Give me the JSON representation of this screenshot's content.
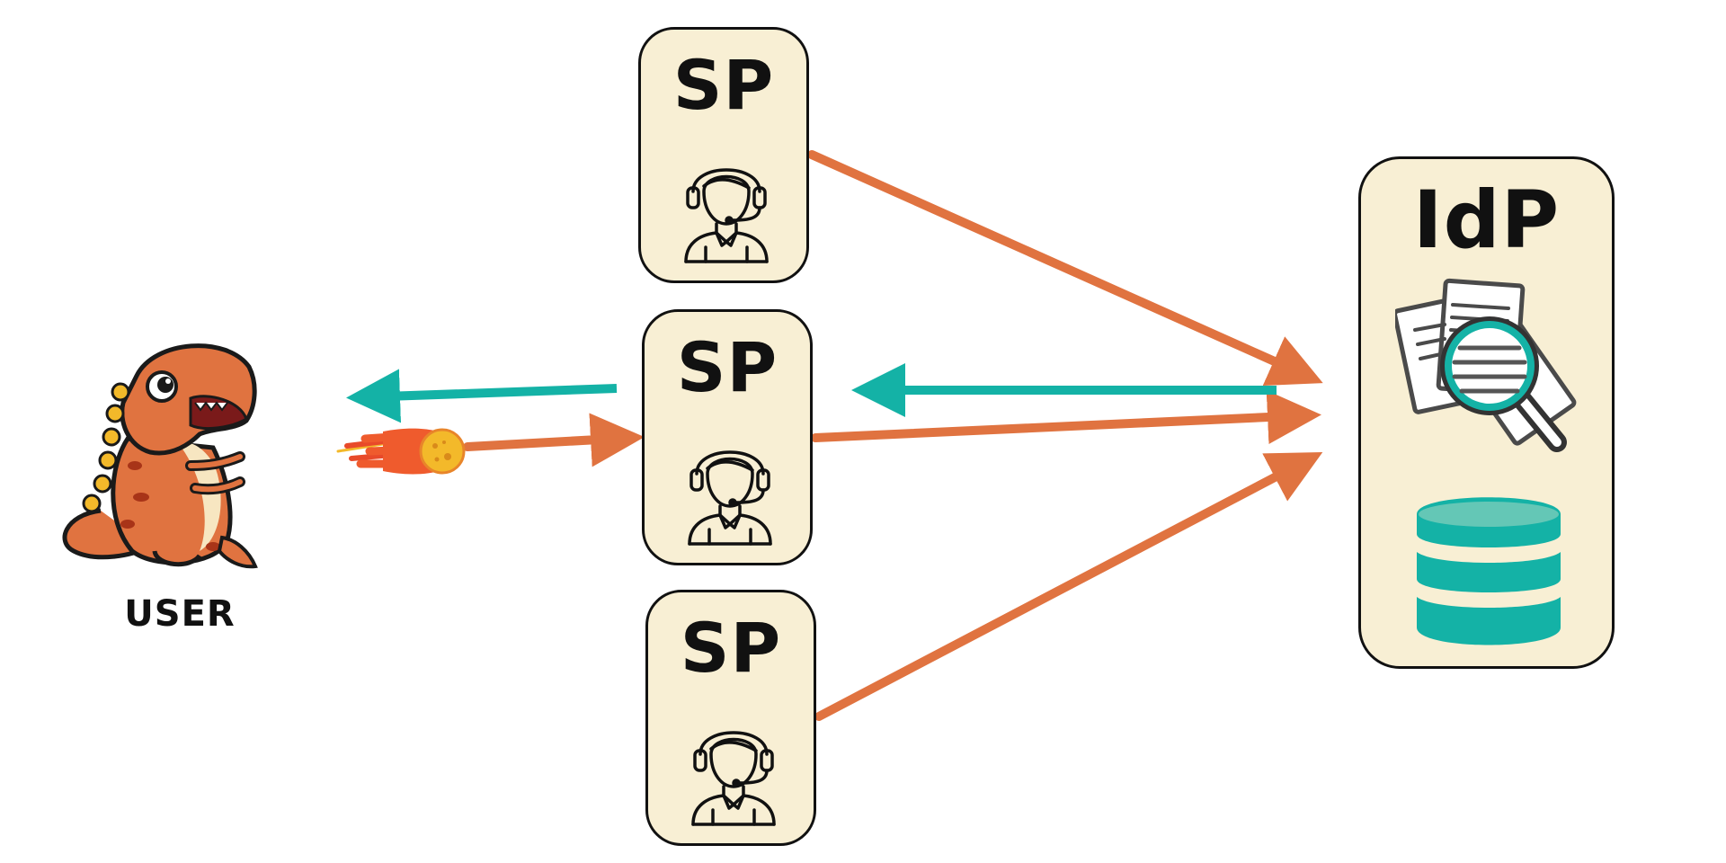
{
  "diagram": {
    "user_label": "USER",
    "sp_label": "SP",
    "idp_label": "IdP",
    "colors": {
      "box_fill": "#f8efd4",
      "request_arrow": "#e07340",
      "response_arrow": "#14b2a6",
      "outline": "#111111"
    },
    "icons": {
      "user": "dinosaur-icon",
      "request": "meteor-icon",
      "sp": "support-agent-icon",
      "idp_top": "documents-magnifier-icon",
      "idp_bottom": "database-icon"
    }
  }
}
